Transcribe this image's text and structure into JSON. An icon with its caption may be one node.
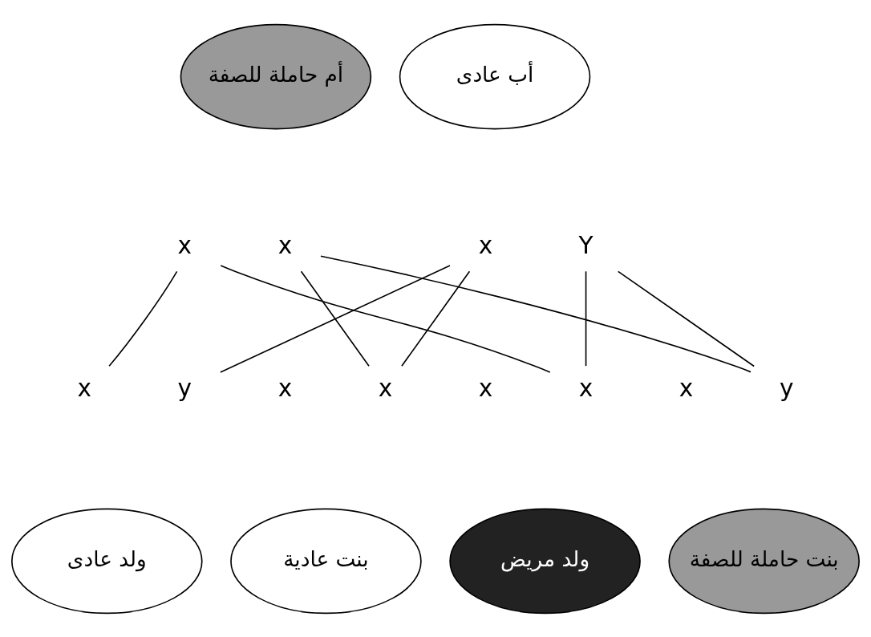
{
  "diagram": {
    "nodes": [
      {
        "text": [
          "أم حاملة للصفة"
        ]
      },
      {
        "text": [
          "أب عادى"
        ]
      },
      {
        "text": [
          "x"
        ]
      },
      {
        "text": [
          "x"
        ]
      },
      {
        "text": [
          "x"
        ]
      },
      {
        "text": [
          "Y"
        ]
      },
      {
        "text": [
          "x"
        ]
      },
      {
        "text": [
          "y"
        ]
      },
      {
        "text": [
          "x"
        ]
      },
      {
        "text": [
          "x"
        ]
      },
      {
        "text": [
          "x"
        ]
      },
      {
        "text": [
          "x"
        ]
      },
      {
        "text": [
          "x"
        ]
      },
      {
        "text": [
          "y"
        ]
      },
      {
        "text": [
          "ولد عادى"
        ]
      },
      {
        "text": [
          "بنت عادية"
        ]
      },
      {
        "text": [
          "ولد مريض"
        ]
      },
      {
        "text": [
          "بنت حاملة للصفة"
        ]
      }
    ],
    "edges": [
      {
        "from": 2,
        "to": 6,
        "arrow": "none"
      },
      {
        "from": 2,
        "to": 11,
        "arrow": "none"
      },
      {
        "from": 3,
        "to": 9,
        "arrow": "none"
      },
      {
        "from": 3,
        "to": 13,
        "arrow": "none"
      },
      {
        "from": 4,
        "to": 7,
        "arrow": "none"
      },
      {
        "from": 4,
        "to": 9,
        "arrow": "none"
      },
      {
        "from": 5,
        "to": 11,
        "arrow": "none"
      },
      {
        "from": 5,
        "to": 13,
        "arrow": "none"
      }
    ]
  }
}
